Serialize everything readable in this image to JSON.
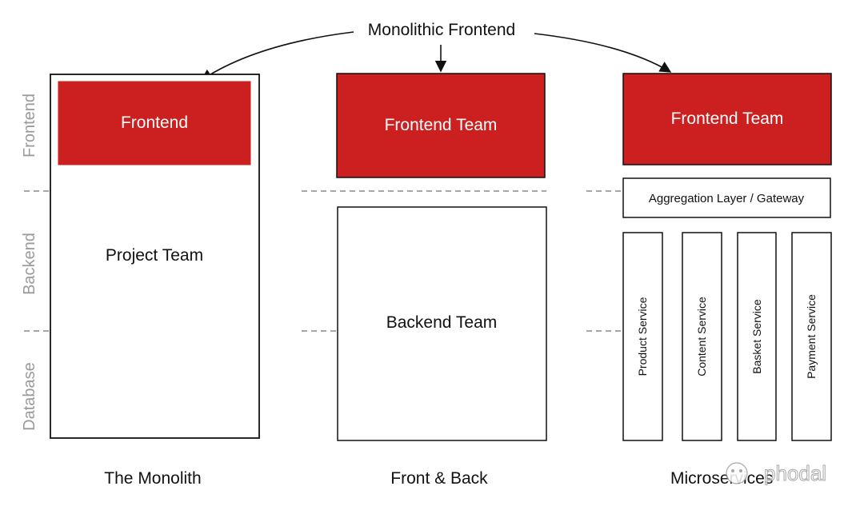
{
  "title": "Monolithic Frontend",
  "layers": {
    "frontend": "Frontend",
    "backend": "Backend",
    "database": "Database"
  },
  "columns": {
    "monolith": {
      "caption": "The Monolith",
      "frontend_box": "Frontend",
      "team_box": "Project Team"
    },
    "front_back": {
      "caption": "Front & Back",
      "frontend_box": "Frontend Team",
      "backend_box": "Backend Team"
    },
    "microservices": {
      "caption": "Microservices",
      "frontend_box": "Frontend Team",
      "gateway_box": "Aggregation Layer / Gateway",
      "services": [
        "Product Service",
        "Content Service",
        "Basket Service",
        "Payment Service"
      ]
    }
  },
  "watermark": "phodal",
  "colors": {
    "accent_red": "#cc1f1f",
    "line": "#111111",
    "dashed": "#888888",
    "layer_text": "#9a9a9a"
  }
}
